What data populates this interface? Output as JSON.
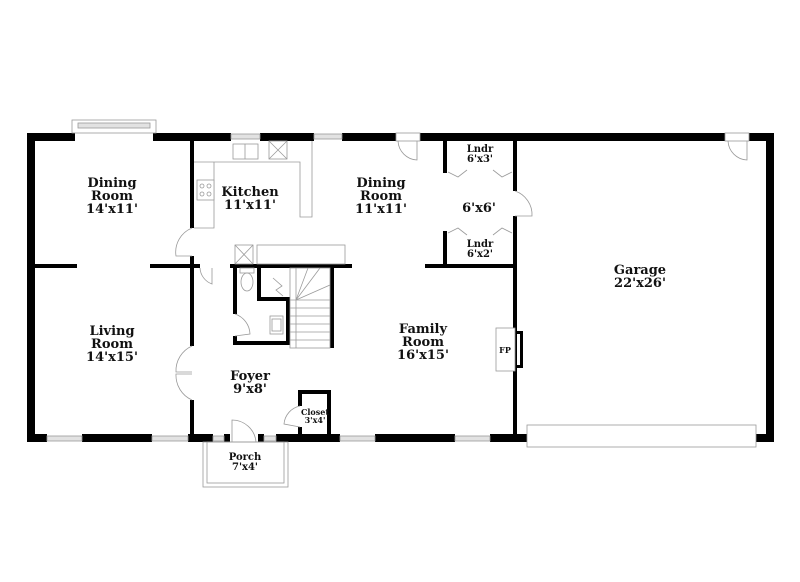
{
  "floorplan": {
    "rooms": [
      {
        "id": "dining-room-west",
        "name": "Dining",
        "name2": "Room",
        "dims": "14'x11'"
      },
      {
        "id": "kitchen",
        "name": "Kitchen",
        "dims": "11'x11'"
      },
      {
        "id": "dining-room-east",
        "name": "Dining",
        "name2": "Room",
        "dims": "11'x11'"
      },
      {
        "id": "laundry-north",
        "name": "Lndr",
        "dims": "6'x3'"
      },
      {
        "id": "hall",
        "dims": "6'x6'"
      },
      {
        "id": "laundry-south",
        "name": "Lndr",
        "dims": "6'x2'"
      },
      {
        "id": "garage",
        "name": "Garage",
        "dims": "22'x26'"
      },
      {
        "id": "living-room",
        "name": "Living",
        "name2": "Room",
        "dims": "14'x15'"
      },
      {
        "id": "foyer",
        "name": "Foyer",
        "dims": "9'x8'"
      },
      {
        "id": "family-room",
        "name": "Family",
        "name2": "Room",
        "dims": "16'x15'"
      },
      {
        "id": "closet",
        "name": "Closet",
        "dims": "3'x4'"
      },
      {
        "id": "porch",
        "name": "Porch",
        "dims": "7'x4'"
      }
    ],
    "fixtures": {
      "fireplace": "FP"
    },
    "colors": {
      "wall": "#000000",
      "fixture_line": "#9a9a9a",
      "window_fill": "#e2e2e2",
      "background": "#ffffff"
    }
  }
}
